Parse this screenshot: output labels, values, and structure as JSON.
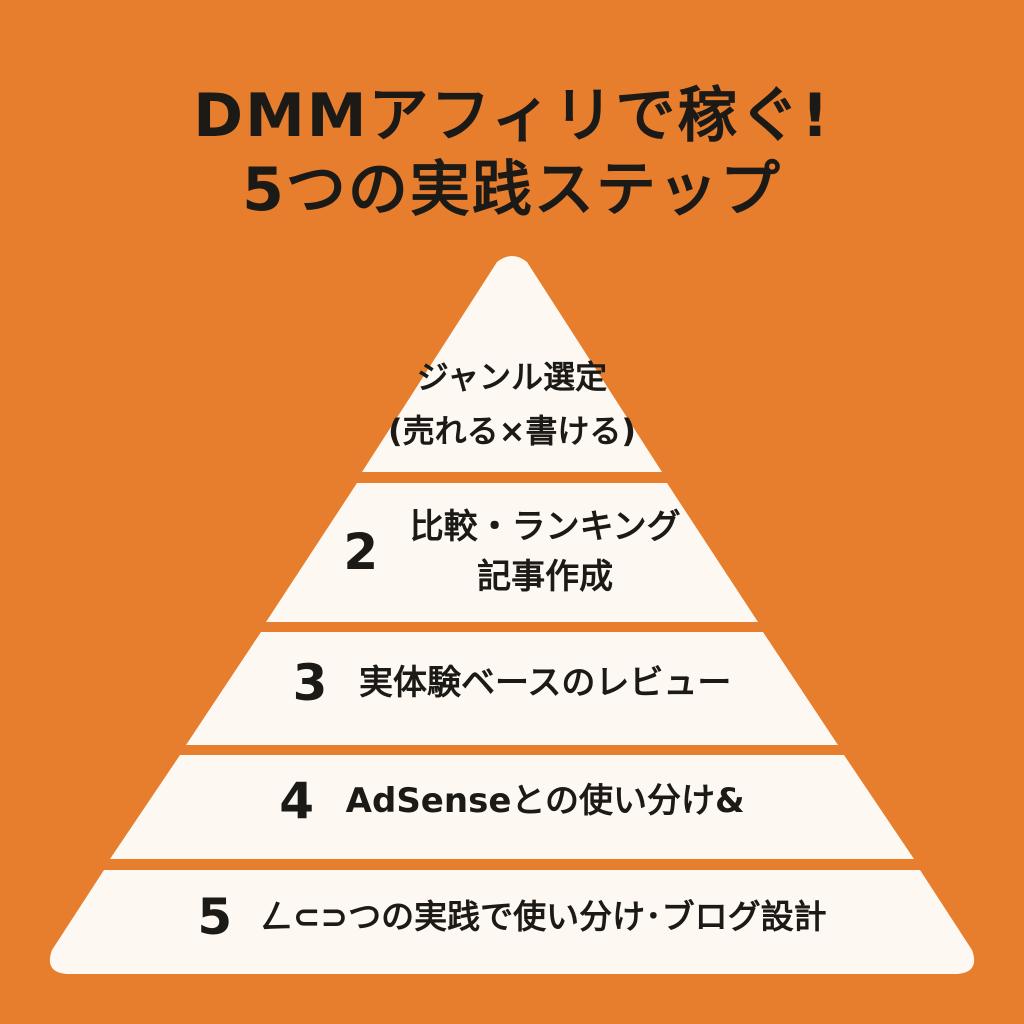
{
  "title": {
    "line1": "DMMアフィリで稼ぐ!",
    "line2": "5つの実践ステップ"
  },
  "colors": {
    "background": "#E67E2E",
    "pyramid": "#FDF8F1",
    "text": "#1C1A17"
  },
  "steps": [
    {
      "number": "",
      "line1": "ジャンル選定",
      "line2": "(売れる×書ける)"
    },
    {
      "number": "2",
      "line1": "比較・ランキング",
      "line2": "記事作成"
    },
    {
      "number": "3",
      "line1": "実体験ベースのレビュー",
      "line2": ""
    },
    {
      "number": "4",
      "line1": "AdSenseとの使い分け&",
      "line2": ""
    },
    {
      "number": "5",
      "line1": "ㄥ⊂⊃つの実践で使い分け･ブログ設計",
      "line2": ""
    }
  ]
}
